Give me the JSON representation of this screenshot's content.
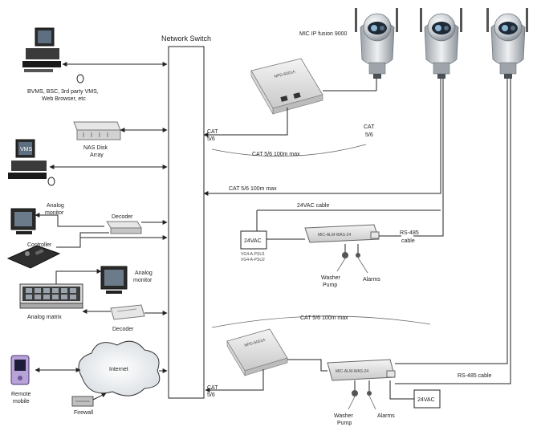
{
  "labels": {
    "network_switch": "Network Switch",
    "cameras": "MIC IP fusion 9000",
    "pc_vms": "BVMS, BSC, 3rd party VMS,",
    "pc_vms_2": "Web Browser, etc",
    "vms_screen": "VMS",
    "nas_1": "NAS Disk",
    "nas_2": "Array",
    "analog_monitor_1": "Analog",
    "analog_monitor_2": "monitor",
    "decoder": "Decoder",
    "controller": "Controller",
    "analog_matrix": "Analog matrix",
    "decoder_2": "Decoder",
    "internet": "Internet",
    "remote_1": "Remote",
    "remote_2": "mobile",
    "firewall": "Firewall",
    "cat5_a_1": "CAT",
    "cat5_a_2": "5/6",
    "cat5_b_1": "CAT",
    "cat5_b_2": "5/6",
    "cat5_run_1": "CAT 5/6 100m max",
    "cat5_run_2": "CAT 5/6 100m max",
    "cat5_run_3": "CAT 5/6 100m max",
    "cat5_c_1": "CAT",
    "cat5_c_2": "5/6",
    "vac_cable": "24VAC cable",
    "psu_24vac": "24VAC",
    "psu_note_1": "VG4-A-PSU1",
    "psu_note_2": "VG4-A-PSU2",
    "rs485_1": "RS-485",
    "rs485_2": "cable",
    "rs485_cable": "RS-485 cable",
    "washer_1": "Washer",
    "washer_2": "Pump",
    "alarms": "Alarms",
    "washer_3": "Washer",
    "pump_3": "Pump",
    "alarms_2": "Alarms",
    "psu_24vac_2": "24VAC",
    "poe_device": "NPD-6001A",
    "interface_box": "MIC-ALM-WAS-24",
    "interface_box_2": "MIC-ALM-WAS-24"
  }
}
